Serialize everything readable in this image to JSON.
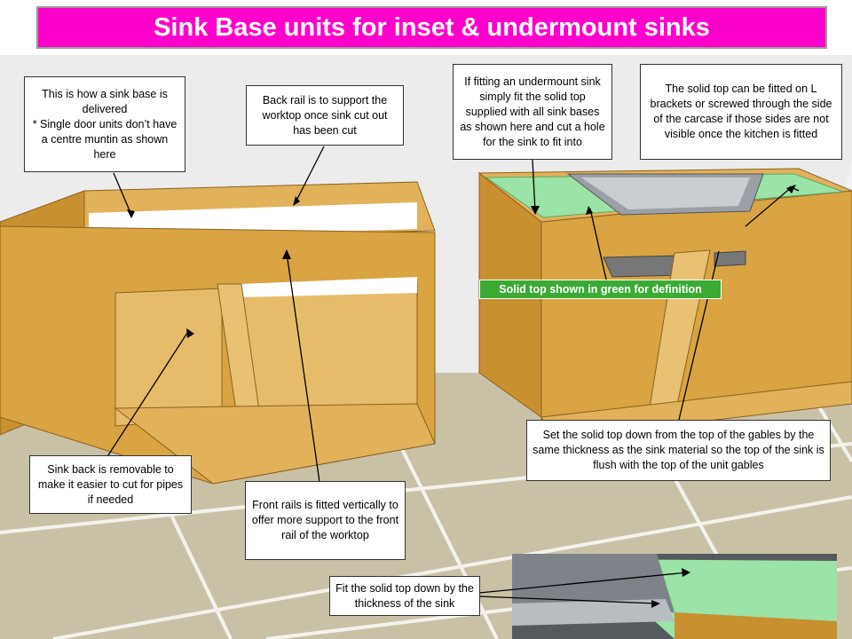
{
  "title": "Sink Base units for inset & undermount sinks",
  "callouts": {
    "delivered": "This is how a sink base is delivered\n* Single door units don’t have a centre muntin as shown here",
    "back_rail": "Back rail is to support the worktop once sink cut out has been cut",
    "undermount": "If fitting an undermount sink simply fit the solid top supplied with all sink bases as shown here and cut a hole for the sink to fit into",
    "solid_top_fitting": "The solid top can be fitted on L brackets or screwed through the side of the carcase if those sides are not visible once the kitchen is fitted",
    "sink_back": "Sink back is removable to make it easier to cut for pipes if needed",
    "front_rails": "Front rails is fitted vertically to offer more support to the front rail of the worktop",
    "set_down": "Set the solid top down from the top of the gables by the same thickness as the sink material so the top of the sink is flush with the top of the unit gables",
    "fit_down": "Fit the solid top down by the thickness of the sink"
  },
  "green_label": "Solid top shown in green for definition",
  "colors": {
    "title_bg": "#ff00cc",
    "wood": "#d9a441",
    "wood_dark": "#b07d26",
    "solid_top": "#9be3a6",
    "green_label": "#3aaa35",
    "floor": "#c9c1a6"
  }
}
